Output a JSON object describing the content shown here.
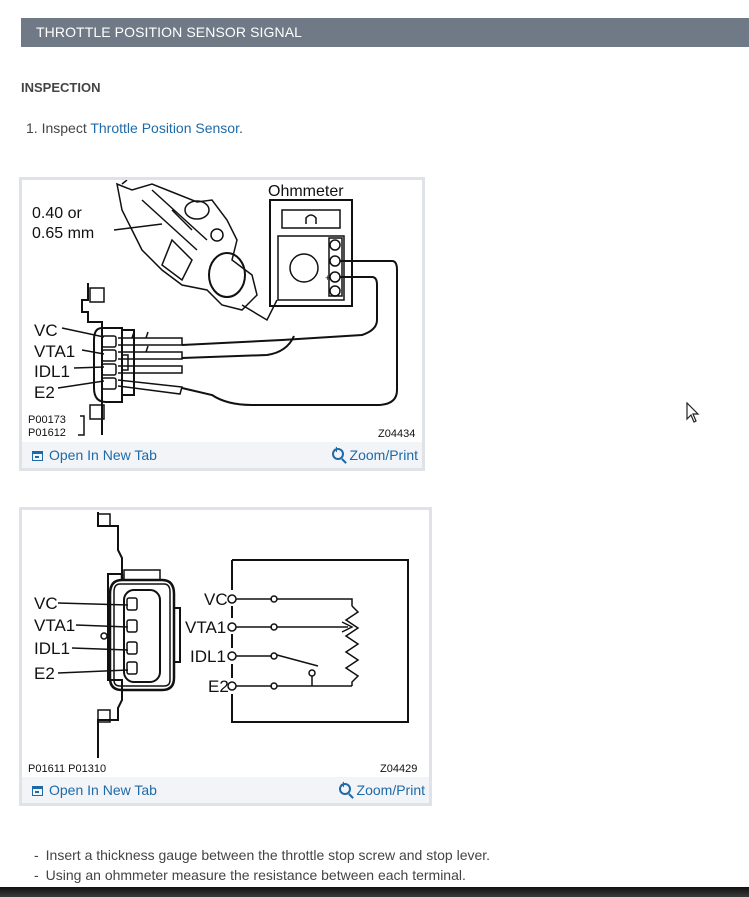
{
  "header": {
    "title": "THROTTLE POSITION SENSOR SIGNAL"
  },
  "section": {
    "title": "INSPECTION"
  },
  "step": {
    "number": "1. Inspect ",
    "link": "Throttle Position Sensor",
    "suffix": "."
  },
  "figure1": {
    "meter_label": "Ohmmeter",
    "gap_line1": "0.40 or",
    "gap_line2": "0.65 mm",
    "pins": [
      "VC",
      "VTA1",
      "IDL1",
      "E2"
    ],
    "code_left_1": "P00173",
    "code_left_2": "P01612",
    "code_right": "Z04434",
    "open_label": "Open In New Tab",
    "zoom_label": "Zoom/Print"
  },
  "figure2": {
    "pins": [
      "VC",
      "VTA1",
      "IDL1",
      "E2"
    ],
    "terminals": [
      "VC",
      "VTA1",
      "IDL1",
      "E2"
    ],
    "code_left": "P01611 P01310",
    "code_right": "Z04429",
    "open_label": "Open In New Tab",
    "zoom_label": "Zoom/Print"
  },
  "bullets": [
    "Insert a thickness gauge between the throttle stop screw and stop lever.",
    "Using an ohmmeter measure the resistance between each terminal."
  ],
  "colors": {
    "header_bg": "#6f7a86",
    "link": "#1e6aa8",
    "footer_bg": "#f2f4f7"
  }
}
